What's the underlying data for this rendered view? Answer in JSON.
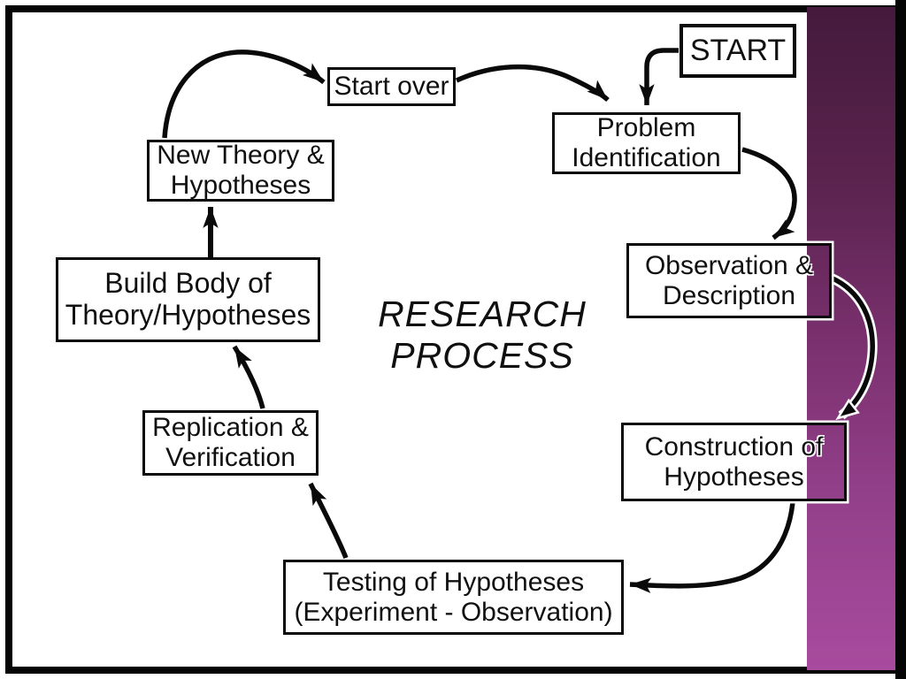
{
  "slide": {
    "title": {
      "line1": "RESEARCH",
      "line2": "PROCESS"
    },
    "colors": {
      "background": "#ffffff",
      "frame": "#050505",
      "line": "#0a0a0a",
      "stripe_top": "#441a3c",
      "stripe_middle": "#7c3170",
      "stripe_bottom": "#a84b9e"
    },
    "nodes": {
      "start": {
        "label": "START"
      },
      "start_over": {
        "label": "Start over"
      },
      "new_theory": {
        "line1": "New Theory &",
        "line2": "Hypotheses"
      },
      "problem": {
        "line1": "Problem",
        "line2": "Identification"
      },
      "observation": {
        "line1": "Observation &",
        "line2": "Description"
      },
      "build_body": {
        "line1": "Build Body of",
        "line2": "Theory/Hypotheses"
      },
      "replication": {
        "line1": "Replication &",
        "line2": "Verification"
      },
      "construction": {
        "line1": "Construction of",
        "line2": "Hypotheses"
      },
      "testing": {
        "line1": "Testing of Hypotheses",
        "line2": "(Experiment - Observation)"
      }
    },
    "arrows": [
      {
        "from": "start",
        "to": "problem"
      },
      {
        "from": "new_theory",
        "to": "start_over"
      },
      {
        "from": "start_over",
        "to": "problem"
      },
      {
        "from": "problem",
        "to": "observation"
      },
      {
        "from": "observation",
        "to": "construction"
      },
      {
        "from": "construction",
        "to": "testing"
      },
      {
        "from": "testing",
        "to": "replication"
      },
      {
        "from": "replication",
        "to": "build_body"
      },
      {
        "from": "build_body",
        "to": "new_theory"
      }
    ]
  }
}
